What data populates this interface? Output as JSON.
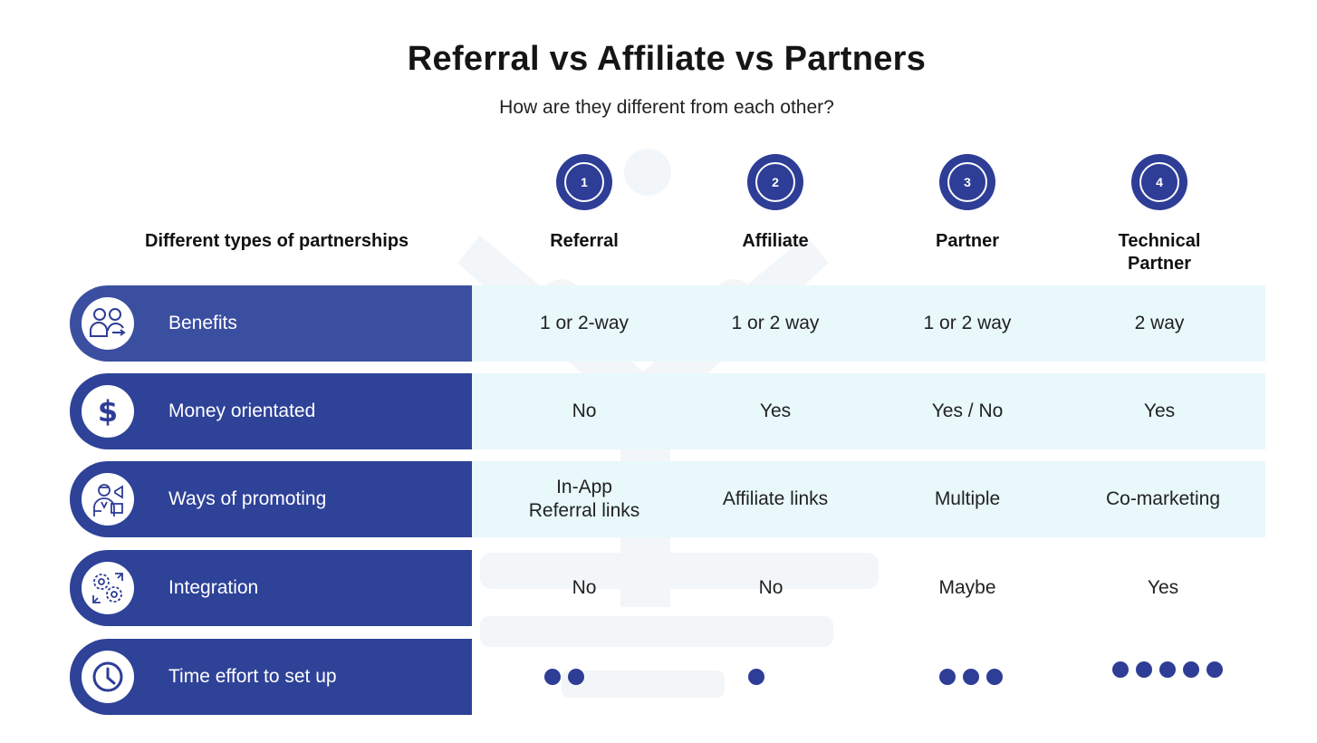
{
  "title": "Referral vs Affiliate vs Partners",
  "subtitle": "How are they different from each other?",
  "row_header_label": "Different types of partnerships",
  "columns": [
    {
      "number": "1",
      "label": "Referral"
    },
    {
      "number": "2",
      "label": "Affiliate"
    },
    {
      "number": "3",
      "label": "Partner"
    },
    {
      "number": "4",
      "label": "Technical Partner"
    }
  ],
  "rows": [
    {
      "label": "Benefits",
      "icon": "people-exchange-icon",
      "values": [
        "1 or 2-way",
        "1 or 2 way",
        "1 or 2 way",
        "2 way"
      ]
    },
    {
      "label": "Money orientated",
      "icon": "dollar-icon",
      "values": [
        "No",
        "Yes",
        "Yes / No",
        "Yes"
      ]
    },
    {
      "label": "Ways of promoting",
      "icon": "promoter-icon",
      "values": [
        "In-App Referral links",
        "Affiliate links",
        "Multiple",
        "Co-marketing"
      ]
    },
    {
      "label": "Integration",
      "icon": "gears-integration-icon",
      "values": [
        "No",
        "No",
        "Maybe",
        "Yes"
      ]
    },
    {
      "label": "Time effort to set up",
      "icon": "clock-icon",
      "time_effort_dots": [
        2,
        1,
        3,
        5
      ]
    }
  ],
  "colors": {
    "primary": "#2e4298",
    "band": "#e8f8fb",
    "text": "#1b1b1b"
  }
}
